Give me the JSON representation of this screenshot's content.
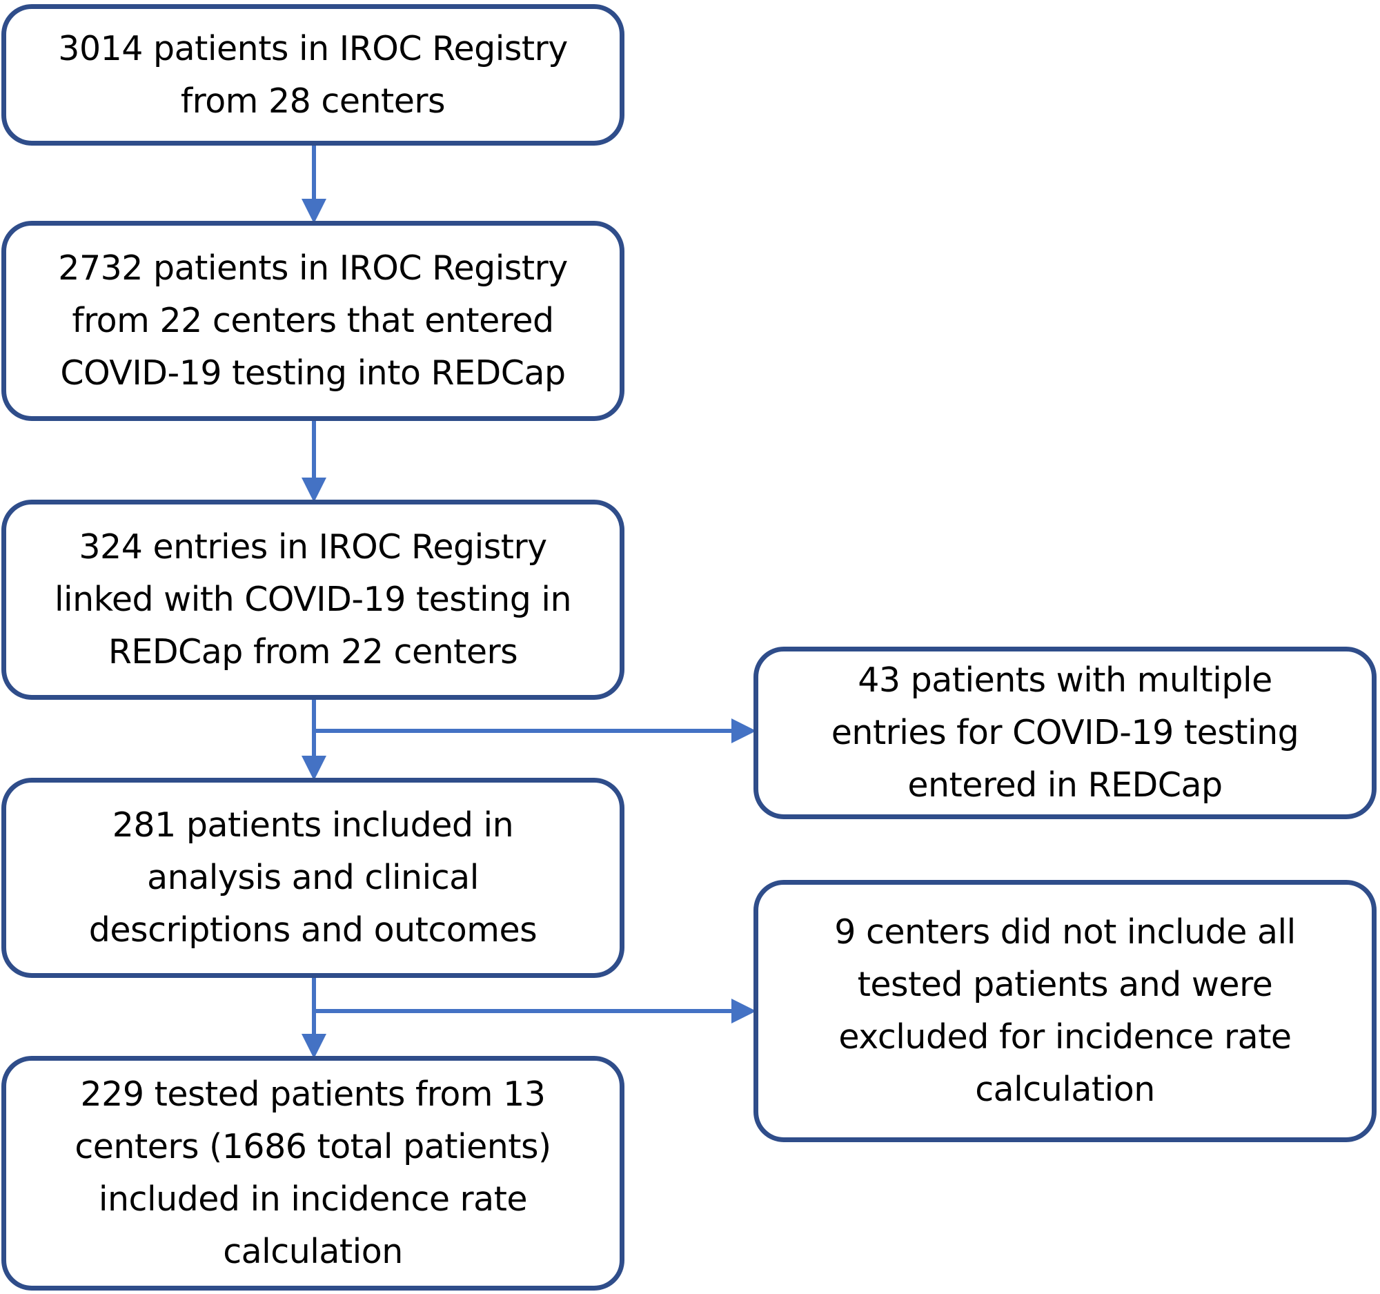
{
  "colors": {
    "box_border": "#2f4d8a",
    "arrow": "#4472c4",
    "text": "#000000",
    "background": "#ffffff"
  },
  "boxes": [
    {
      "id": "registry-all",
      "lines": [
        "3014 patients in IROC Registry",
        "from 28 centers"
      ]
    },
    {
      "id": "registry-redcap-centers",
      "lines": [
        "2732 patients in IROC Registry",
        "from 22 centers that entered",
        "COVID-19 testing into REDCap"
      ]
    },
    {
      "id": "linked-entries",
      "lines": [
        "324 entries in IROC Registry",
        "linked with COVID-19 testing in",
        "REDCap from 22 centers"
      ]
    },
    {
      "id": "analysis-included",
      "lines": [
        "281 patients included in",
        "analysis and clinical",
        "descriptions and outcomes"
      ]
    },
    {
      "id": "incidence-included",
      "lines": [
        "229 tested patients from 13",
        "centers (1686 total patients)",
        "included in incidence rate",
        "calculation"
      ]
    },
    {
      "id": "multiple-entries-excluded",
      "lines": [
        "43 patients with multiple",
        "entries for COVID-19 testing",
        "entered in REDCap"
      ]
    },
    {
      "id": "centers-excluded",
      "lines": [
        "9 centers did not include all",
        "tested patients and were",
        "excluded for incidence rate",
        "calculation"
      ]
    }
  ]
}
